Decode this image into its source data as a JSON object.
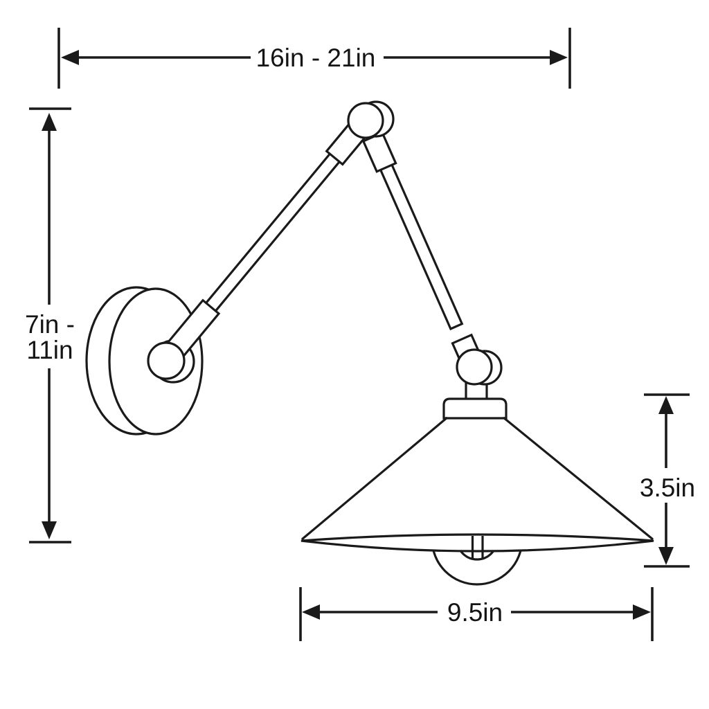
{
  "page": {
    "background_color": "#ffffff",
    "line_color": "#1a1a1a"
  },
  "dimensions": {
    "arm_extension": {
      "label": "16in - 21in"
    },
    "mount_height": {
      "line1": "7in -",
      "line2": "11in"
    },
    "shade_height": {
      "label": "3.5in"
    },
    "shade_diameter": {
      "label": "9.5in"
    }
  }
}
